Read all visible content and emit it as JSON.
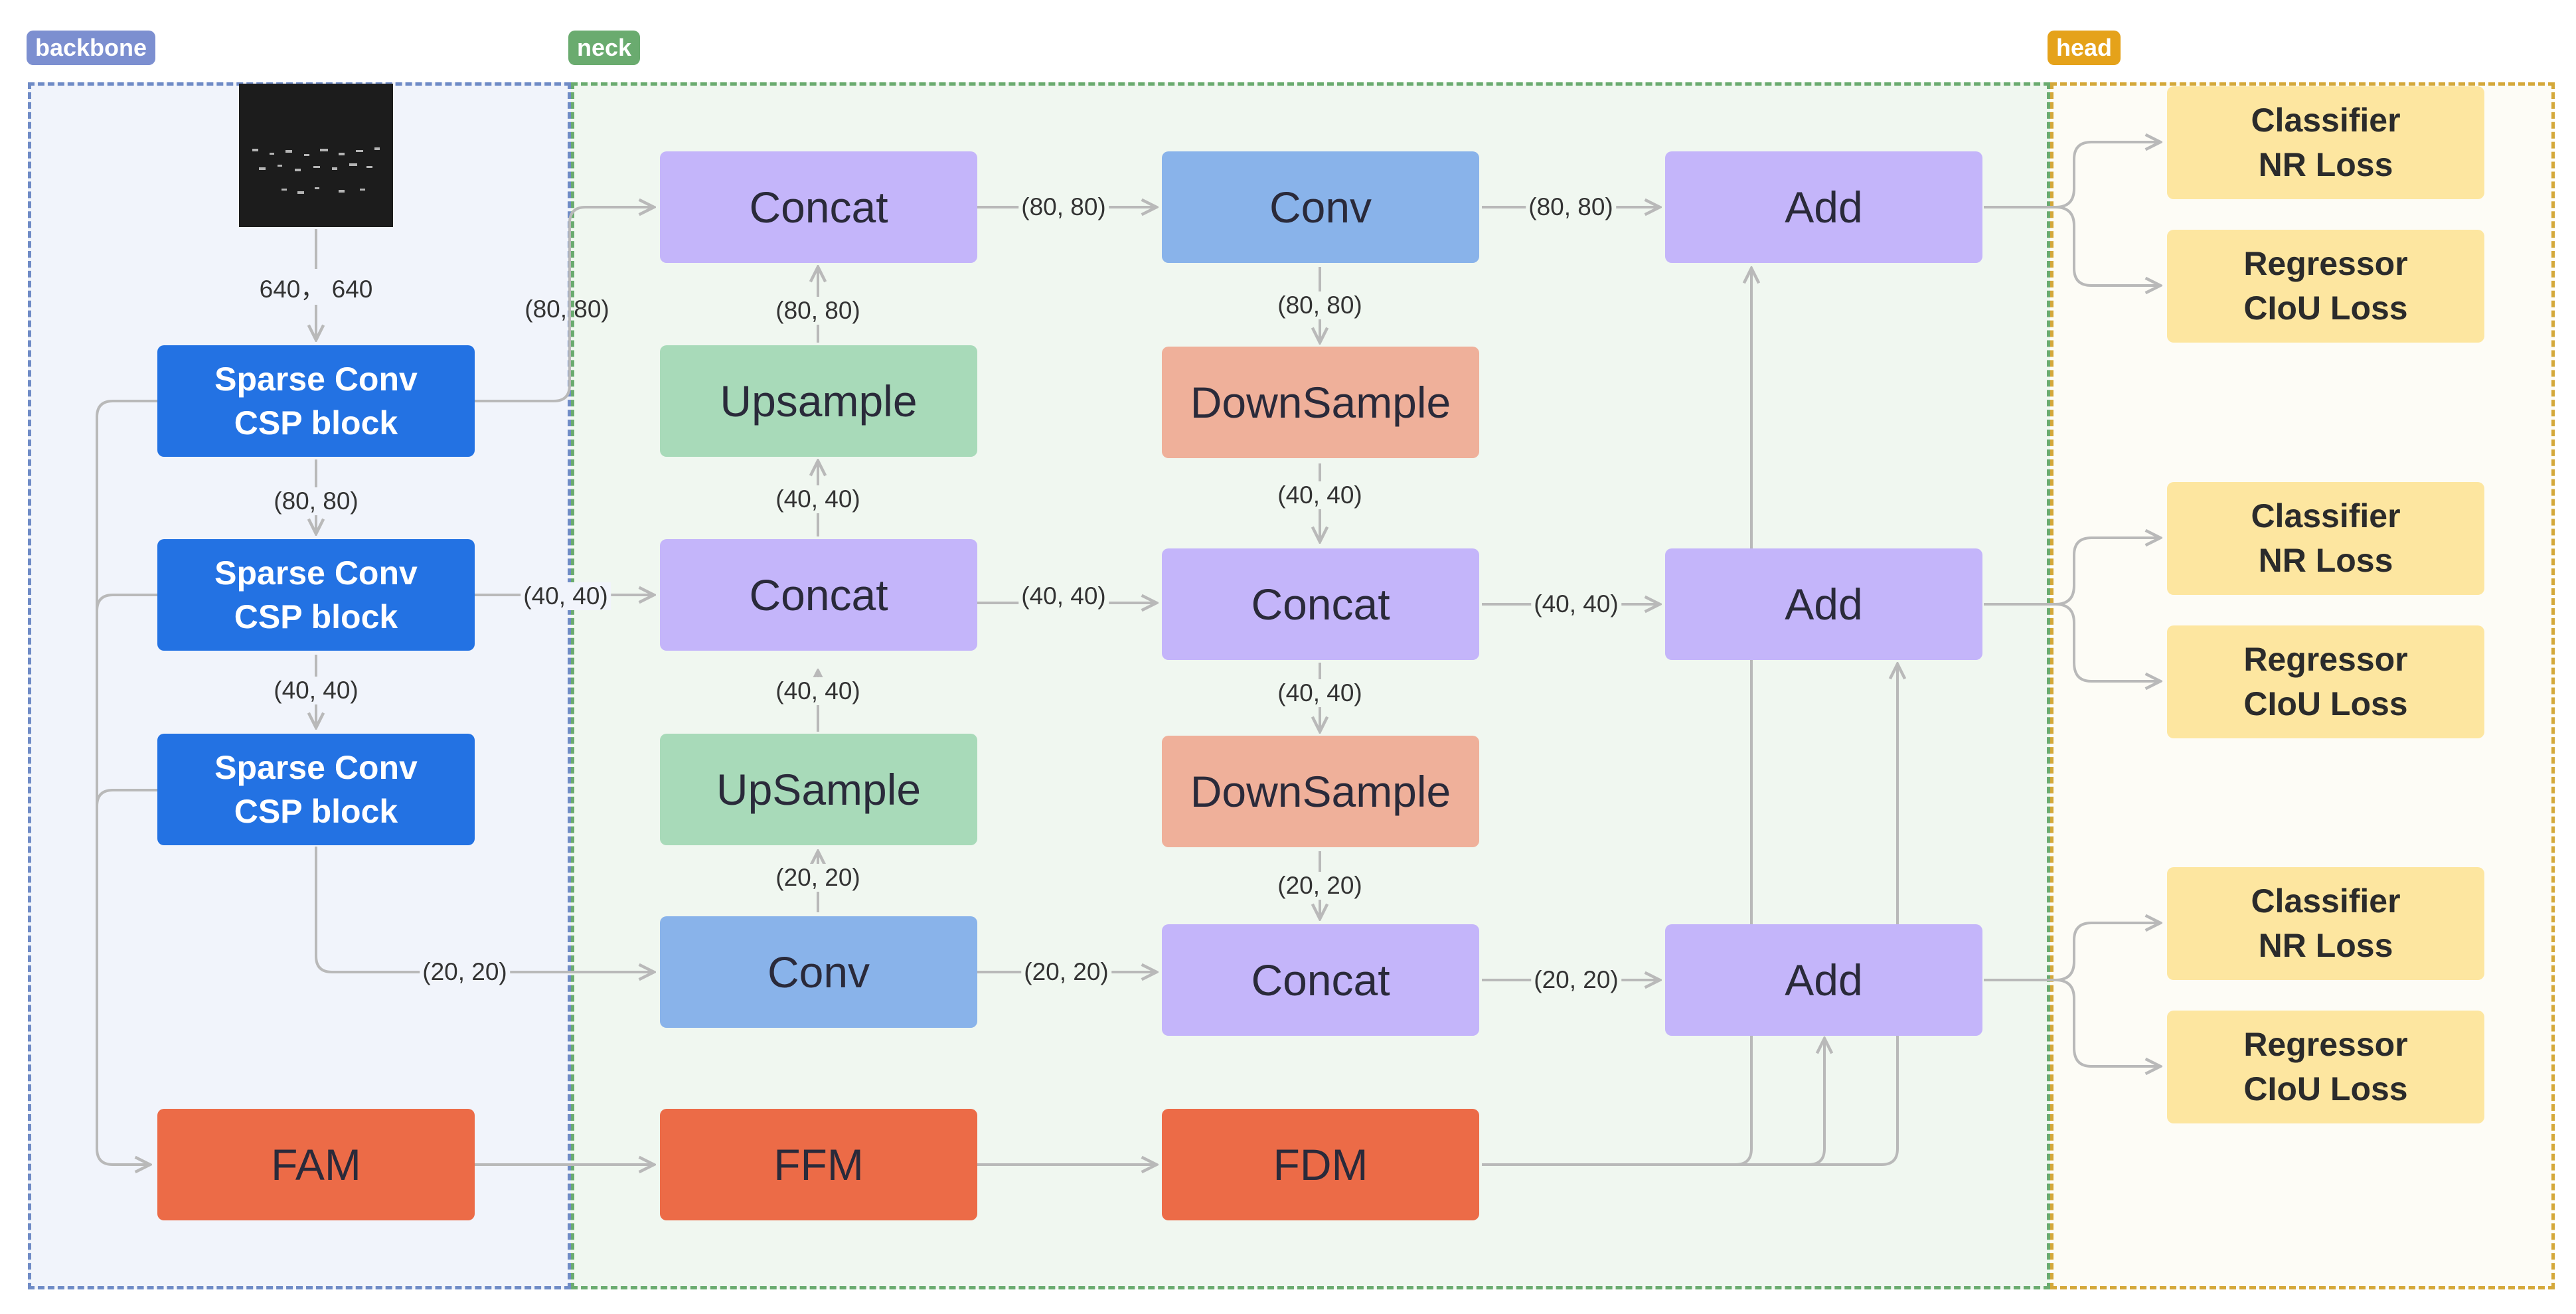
{
  "regions": {
    "backbone": "backbone",
    "neck": "neck",
    "head": "head"
  },
  "backbone": {
    "input_size": "640， 640",
    "block1": [
      "Sparse Conv",
      "CSP block"
    ],
    "block2": [
      "Sparse Conv",
      "CSP block"
    ],
    "block3": [
      "Sparse Conv",
      "CSP block"
    ],
    "fam": "FAM"
  },
  "neck": {
    "concat_top": "Concat",
    "upsample_top": "Upsample",
    "concat_mid": "Concat",
    "upsample_mid": "UpSample",
    "conv_bottom": "Conv",
    "ffm": "FFM",
    "conv_top": "Conv",
    "downsample_top": "DownSample",
    "concat_mid2": "Concat",
    "downsample_mid": "DownSample",
    "concat_bottom": "Concat",
    "fdm": "FDM",
    "add_top": "Add",
    "add_mid": "Add",
    "add_bottom": "Add"
  },
  "head": {
    "classifier": [
      "Classifier",
      "NR Loss"
    ],
    "regressor": [
      "Regressor",
      "CIoU Loss"
    ]
  },
  "edge_labels": {
    "s80": "(80, 80)",
    "s40": "(40, 40)",
    "s20": "(20, 20)"
  },
  "colors": {
    "backbone_block": "#2372e3",
    "fusion_block": "#ec6b47",
    "concat_add": "#c4b5fa",
    "conv": "#89b3ea",
    "upsample": "#a8dab9",
    "downsample": "#efb09a",
    "head_block": "#fde6a0",
    "arrow": "#b9b9b9"
  }
}
